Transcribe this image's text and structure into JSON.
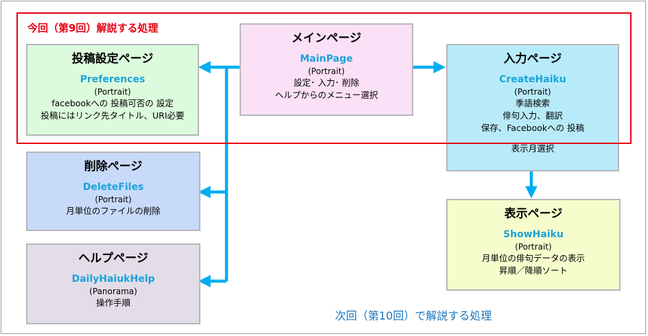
{
  "current_session_label": "今回（第9回）解説する処理",
  "next_session_label": "次回（第10回）で解説する処理",
  "transition_label": "表示月選択",
  "pages": {
    "main": {
      "title": "メインページ",
      "class_name": "MainPage",
      "orientation": "(Portrait)",
      "lines": [
        "設定･ 入力･ 削除",
        "ヘルプからのメニュー選択"
      ]
    },
    "preferences": {
      "title": "投稿設定ページ",
      "class_name": "Preferences",
      "orientation": "(Portrait)",
      "lines": [
        "facebookへの 投稿可否の 設定",
        "投稿にはリンク先タイトル、URI必要"
      ]
    },
    "create": {
      "title": "入力ページ",
      "class_name": "CreateHaiku",
      "orientation": "(Portrait)",
      "lines": [
        "季語検索",
        "俳句入力、翻訳",
        "保存、Facebookへの 投稿"
      ]
    },
    "delete": {
      "title": "削除ページ",
      "class_name": "DeleteFiles",
      "orientation": "(Portrait)",
      "lines": [
        "月単位のファイルの削除"
      ]
    },
    "help": {
      "title": "ヘルプページ",
      "class_name": "DailyHaiukHelp",
      "orientation": "(Panorama)",
      "lines": [
        "操作手順"
      ]
    },
    "show": {
      "title": "表示ページ",
      "class_name": "ShowHaiku",
      "orientation": "(Portrait)",
      "lines": [
        "月単位の俳句データの表示",
        "昇順／降順ソート"
      ]
    }
  },
  "colors": {
    "arrow": "#00aeef",
    "current_frame": "#e60012",
    "next_label": "#1a75bc",
    "class_name": "#1aa3d9",
    "main_fill": "#fbe1f7",
    "preferences_fill": "#dcfadc",
    "create_fill": "#b8ebfa",
    "delete_fill": "#c8dafa",
    "help_fill": "#e2dde8",
    "show_fill": "#f6fccc"
  }
}
